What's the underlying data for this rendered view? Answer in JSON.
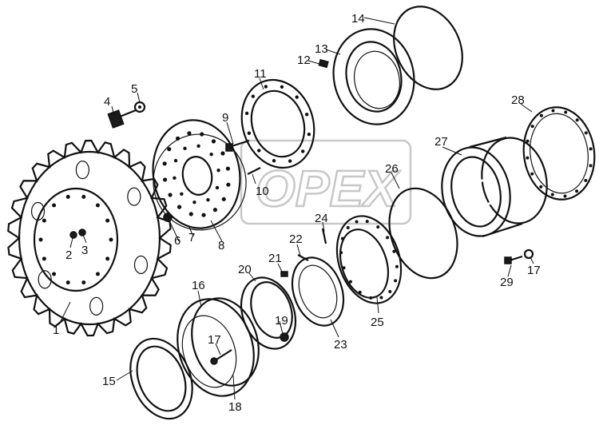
{
  "watermark": {
    "text": "OPEX",
    "color": "#9a9a9a"
  },
  "callouts": {
    "c1": "1",
    "c2": "2",
    "c3": "3",
    "c4": "4",
    "c5": "5",
    "c6": "6",
    "c7": "7",
    "c8": "8",
    "c9": "9",
    "c10": "10",
    "c11": "11",
    "c12": "12",
    "c13": "13",
    "c14": "14",
    "c15": "15",
    "c16": "16",
    "c17a": "17",
    "c17b": "17",
    "c18": "18",
    "c19": "19",
    "c20": "20",
    "c21": "21",
    "c22": "22",
    "c23": "23",
    "c24": "24",
    "c25": "25",
    "c26": "26",
    "c27": "27",
    "c28": "28",
    "c29": "29"
  }
}
